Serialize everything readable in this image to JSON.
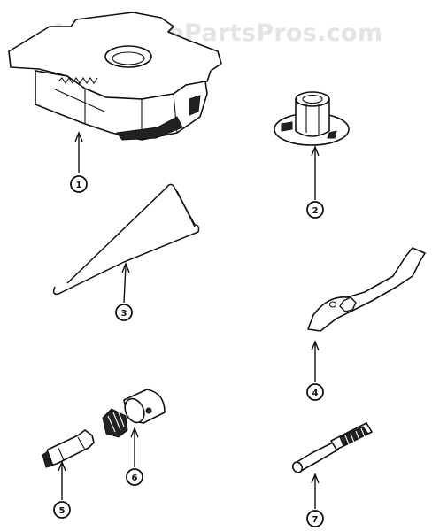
{
  "watermark": {
    "text": "AppliancePartsPros.com"
  },
  "callouts": [
    "1",
    "2",
    "3",
    "4",
    "5",
    "6",
    "7"
  ],
  "parts": [
    {
      "callout": "1",
      "icon": "shroud-housing-icon"
    },
    {
      "callout": "2",
      "icon": "flanged-bushing-icon"
    },
    {
      "callout": "3",
      "icon": "wire-hook-tool-icon"
    },
    {
      "callout": "4",
      "icon": "flat-wrench-icon"
    },
    {
      "callout": "5",
      "icon": "hex-driver-bit-icon"
    },
    {
      "callout": "6",
      "icon": "socket-adapter-icon"
    },
    {
      "callout": "7",
      "icon": "threaded-stud-icon"
    }
  ]
}
